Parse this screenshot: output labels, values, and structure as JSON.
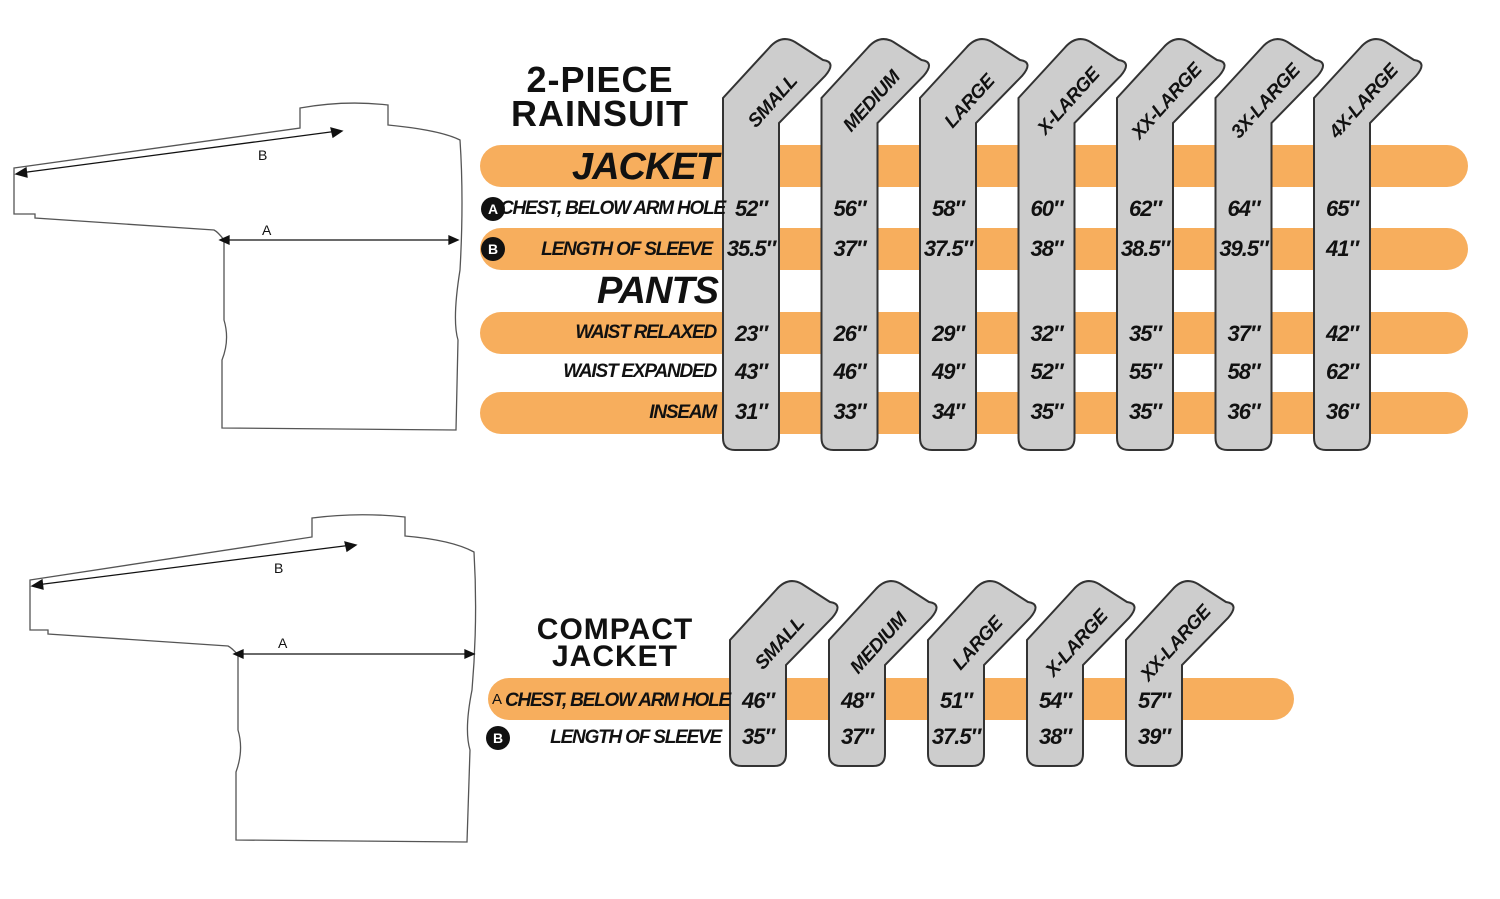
{
  "rainsuit": {
    "title_line1": "2-PIECE",
    "title_line2": "RAINSUIT",
    "jacket_heading": "JACKET",
    "pants_heading": "PANTS",
    "sizes": [
      "SMALL",
      "MEDIUM",
      "LARGE",
      "X-LARGE",
      "XX-LARGE",
      "3X-LARGE",
      "4X-LARGE"
    ],
    "rows": [
      {
        "badge": "A",
        "label": "CHEST, BELOW ARM HOLE",
        "values": [
          "52″",
          "56″",
          "58″",
          "60″",
          "62″",
          "64″",
          "65″"
        ]
      },
      {
        "badge": "B",
        "label": "LENGTH OF SLEEVE",
        "values": [
          "35.5″",
          "37″",
          "37.5″",
          "38″",
          "38.5″",
          "39.5″",
          "41″"
        ]
      },
      {
        "badge": "",
        "label": "WAIST RELAXED",
        "values": [
          "23″",
          "26″",
          "29″",
          "32″",
          "35″",
          "37″",
          "42″"
        ]
      },
      {
        "badge": "",
        "label": "WAIST EXPANDED",
        "values": [
          "43″",
          "46″",
          "49″",
          "52″",
          "55″",
          "58″",
          "62″"
        ]
      },
      {
        "badge": "",
        "label": "INSEAM",
        "values": [
          "31″",
          "33″",
          "34″",
          "35″",
          "35″",
          "36″",
          "36″"
        ]
      }
    ]
  },
  "compact": {
    "title_line1": "COMPACT",
    "title_line2": "JACKET",
    "sizes": [
      "SMALL",
      "MEDIUM",
      "LARGE",
      "X-LARGE",
      "XX-LARGE"
    ],
    "rows": [
      {
        "badge": "A",
        "label": "CHEST, BELOW ARM HOLE",
        "values": [
          "46″",
          "48″",
          "51″",
          "54″",
          "57″"
        ]
      },
      {
        "badge": "B",
        "label": "LENGTH OF SLEEVE",
        "values": [
          "35″",
          "37″",
          "37.5″",
          "38″",
          "39″"
        ]
      }
    ]
  },
  "diagram": {
    "dim_a": "A",
    "dim_b": "B"
  },
  "colors": {
    "band": "#f7ae5d",
    "tab": "#cdcdcd",
    "outline": "#333333"
  }
}
